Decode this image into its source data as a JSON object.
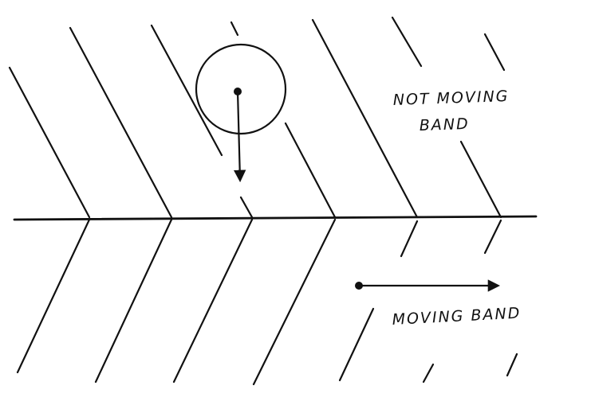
{
  "labels": {
    "not_moving_line1": "NOT MOVING",
    "not_moving_line2": "BAND",
    "moving_band": "MOVING BAND"
  },
  "colors": {
    "ink": "#111111",
    "paper": "#ffffff"
  },
  "icons": {
    "particle": "circle-with-center-dot",
    "fall_direction": "down-arrow",
    "band_motion": "right-arrow"
  }
}
